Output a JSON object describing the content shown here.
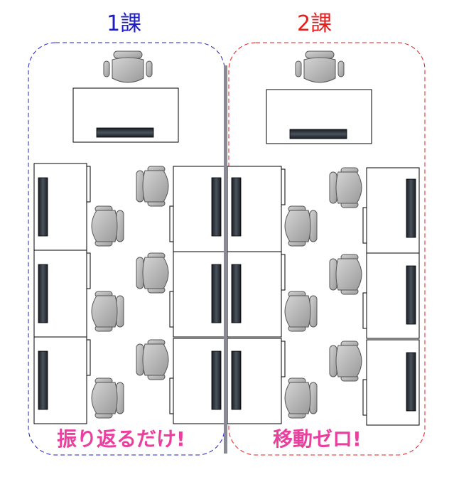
{
  "colors": {
    "section1": "#1e1ec8",
    "section2": "#e61e1e",
    "caption": "#ea3f9e",
    "divider": "#8a8a96",
    "chair": "#b4b4b4",
    "monitor": "#2a2f36"
  },
  "sections": [
    {
      "title": "1課",
      "caption": "振り返るだけ!"
    },
    {
      "title": "2課",
      "caption": "移動ゼロ!"
    }
  ]
}
